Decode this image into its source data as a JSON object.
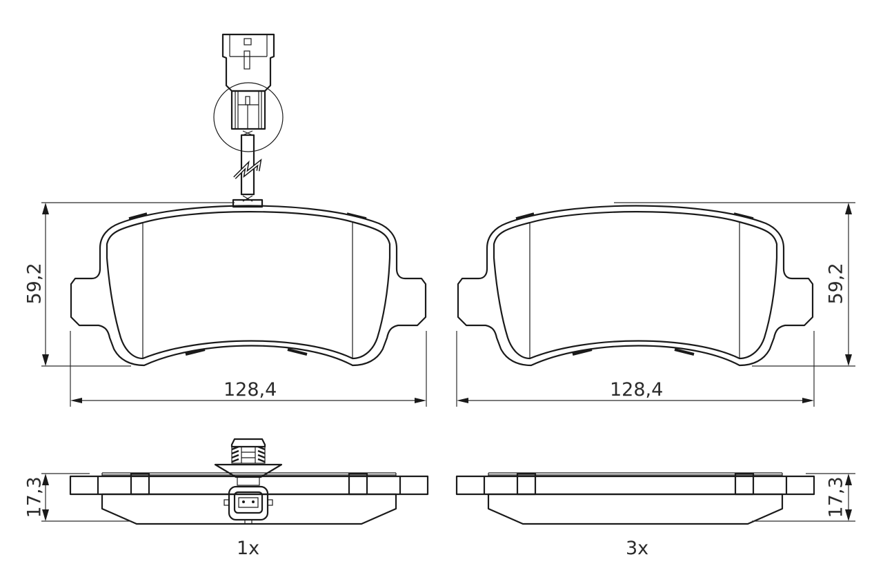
{
  "diagram": {
    "subject": "Brake pad set technical drawing",
    "colors": {
      "friction_material": "#a9adb2",
      "outline": "#1a1a1a",
      "background": "#ffffff"
    },
    "front_views": [
      {
        "id": "pad-with-sensor",
        "has_wear_sensor": true,
        "width_label": "128,4",
        "height_label": "59,2"
      },
      {
        "id": "pad-plain",
        "has_wear_sensor": false,
        "width_label": "128,4",
        "height_label": "59,2"
      }
    ],
    "side_views": [
      {
        "id": "side-with-sensor",
        "thickness_label": "17,3",
        "quantity_label": "1x"
      },
      {
        "id": "side-plain",
        "thickness_label": "17,3",
        "quantity_label": "3x"
      }
    ]
  }
}
